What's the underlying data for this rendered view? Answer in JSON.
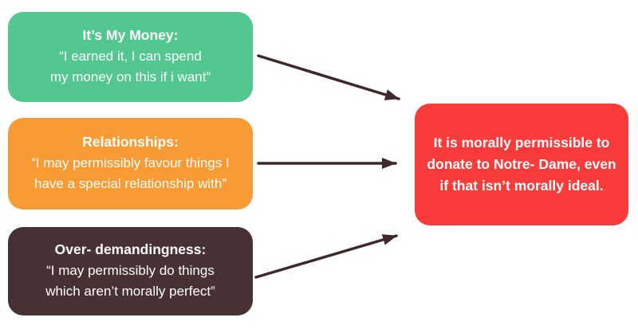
{
  "diagram": {
    "background_color": "#ffffff",
    "arrow_color": "#3d292b",
    "sources": [
      {
        "id": "its-my-money",
        "color": "#52c790",
        "title": "It’s My Money:",
        "body": "“I earned it, I can spend\nmy money on this if i want”"
      },
      {
        "id": "relationships",
        "color": "#f89b35",
        "title": "Relationships:",
        "body": "“I may permissibly favour things I\nhave a special relationship with”"
      },
      {
        "id": "over-demandingness",
        "color": "#483132",
        "title": "Over- demandingness:",
        "body": "“I may permissibly do things\nwhich aren’t morally perfect”"
      }
    ],
    "conclusion": {
      "color": "#fa3b3b",
      "text": "It is morally permissible to\ndonate to Notre- Dame, even\nif that isn’t morally ideal."
    }
  }
}
